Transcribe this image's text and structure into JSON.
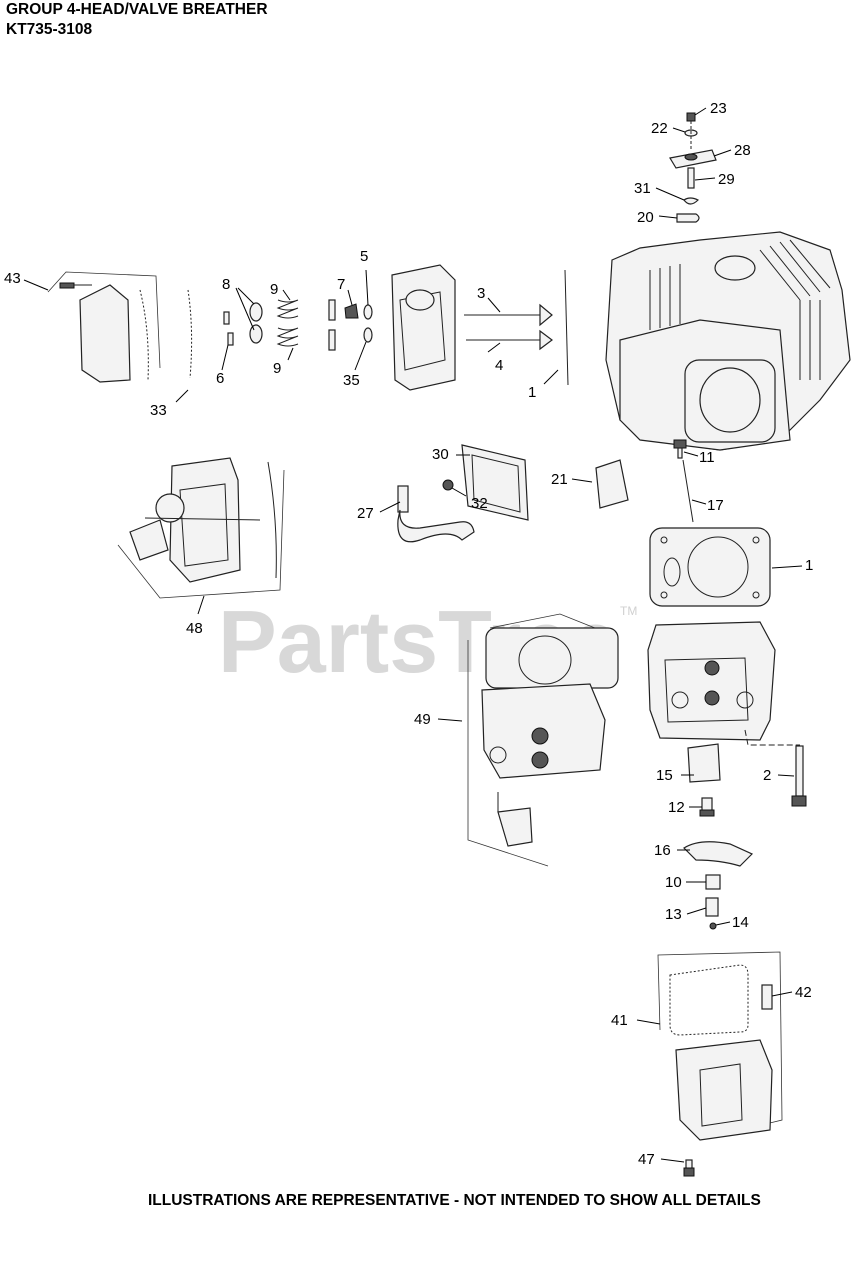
{
  "header": {
    "title": "GROUP 4-HEAD/VALVE BREATHER",
    "model": "KT735-3108"
  },
  "watermark": {
    "text": "PartsTree",
    "trademark": "TM"
  },
  "footer": {
    "note": "ILLUSTRATIONS ARE REPRESENTATIVE - NOT INTENDED TO SHOW ALL DETAILS"
  },
  "callouts": {
    "c23": "23",
    "c22": "22",
    "c28": "28",
    "c29": "29",
    "c31": "31",
    "c20": "20",
    "c43": "43",
    "c8": "8",
    "c9a": "9",
    "c9b": "9",
    "c6": "6",
    "c7": "7",
    "c5": "5",
    "c35": "35",
    "c3": "3",
    "c4": "4",
    "c1a": "1",
    "c33": "33",
    "c30": "30",
    "c32": "32",
    "c27": "27",
    "c21": "21",
    "c11": "11",
    "c17": "17",
    "c1b": "1",
    "c48": "48",
    "c49": "49",
    "c15": "15",
    "c2": "2",
    "c12": "12",
    "c16": "16",
    "c10": "10",
    "c13": "13",
    "c14": "14",
    "c42": "42",
    "c41": "41",
    "c47": "47"
  }
}
